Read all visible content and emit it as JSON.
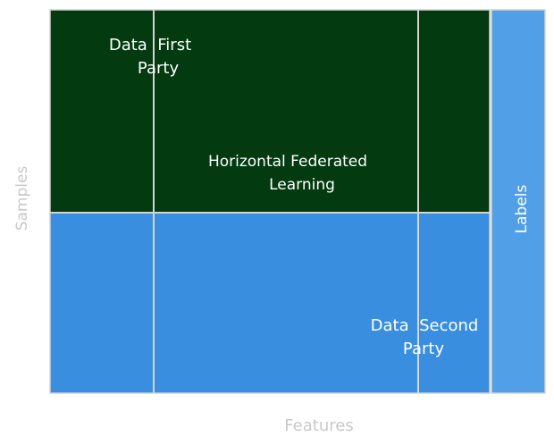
{
  "diagram": {
    "samples_axis_label": "Samples",
    "features_axis_label": "Features",
    "labels_column_label": "Labels",
    "first_party_label_line1": "Data  First",
    "first_party_label_line2": "Party",
    "second_party_label_line1": "Data  Second",
    "second_party_label_line2": "Party",
    "center_label_line1": "Horizontal Federated",
    "center_label_line2": "Learning"
  },
  "colors": {
    "first_party_fill": "#033a10",
    "second_party_fill": "#3a8ee0",
    "labels_column_fill": "#519fe6",
    "grid_line": "#d4d4d4",
    "label_text": "#ffffff",
    "axis_text": "#c8c8c8"
  }
}
